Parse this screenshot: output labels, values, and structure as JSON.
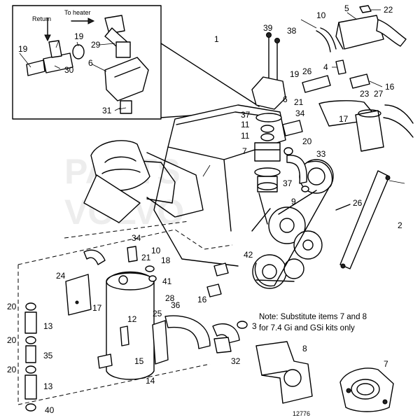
{
  "watermark": [
    "PARTS",
    "VOLVO"
  ],
  "inset": {
    "return_label": "Return",
    "heater_label": "To heater"
  },
  "note": {
    "line1": "Note: Substitute items 7 and 8",
    "line2": "for 7.4 Gi and GSi kits only"
  },
  "drawing_number": "12776",
  "callouts": {
    "c1": "1",
    "c2": "2",
    "c3": "3",
    "c4": "4",
    "c5": "5",
    "c6": "6",
    "c6b": "6",
    "c7": "7",
    "c7b": "7",
    "c8": "8",
    "c9": "9",
    "c10": "10",
    "c10b": "10",
    "c11a": "11",
    "c11b": "11",
    "c12": "12",
    "c13a": "13",
    "c13b": "13",
    "c14": "14",
    "c15": "15",
    "c16": "16",
    "c16b": "16",
    "c17": "17",
    "c17b": "17",
    "c18": "18",
    "c19a": "19",
    "c19b": "19",
    "c19c": "19",
    "c20a": "20",
    "c20b": "20",
    "c20c": "20",
    "c20d": "20",
    "c21": "21",
    "c21b": "21",
    "c22": "22",
    "c23": "23",
    "c24": "24",
    "c25": "25",
    "c26": "26",
    "c26b": "26",
    "c27": "27",
    "c28": "28",
    "c29": "29",
    "c30": "30",
    "c31": "31",
    "c32": "32",
    "c33": "33",
    "c34": "34",
    "c34b": "34",
    "c35": "35",
    "c36": "36",
    "c37a": "37",
    "c37b": "37",
    "c38": "38",
    "c39": "39",
    "c40": "40",
    "c41": "41",
    "c42": "42"
  }
}
